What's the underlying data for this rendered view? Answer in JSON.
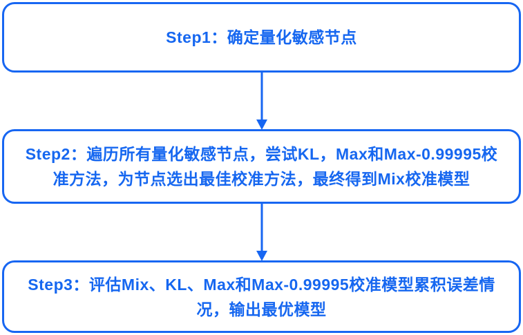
{
  "flowchart": {
    "steps": [
      {
        "id": "step1",
        "label": "Step1：确定量化敏感节点"
      },
      {
        "id": "step2",
        "label": "Step2：遍历所有量化敏感节点，尝试KL，Max和Max-0.99995校准方法，为节点选出最佳校准方法，最终得到Mix校准模型"
      },
      {
        "id": "step3",
        "label": "Step3：评估Mix、KL、Max和Max-0.99995校准模型累积误差情况，输出最优模型"
      }
    ],
    "connectors": [
      {
        "from": "step1",
        "to": "step2",
        "direction": "down"
      },
      {
        "from": "step2",
        "to": "step3",
        "direction": "down"
      }
    ],
    "colors": {
      "box_border": "#1766f2",
      "box_fill": "#ffffff",
      "text": "#1667f0",
      "arrow": "#1766f2",
      "background": "#ffffff"
    }
  }
}
